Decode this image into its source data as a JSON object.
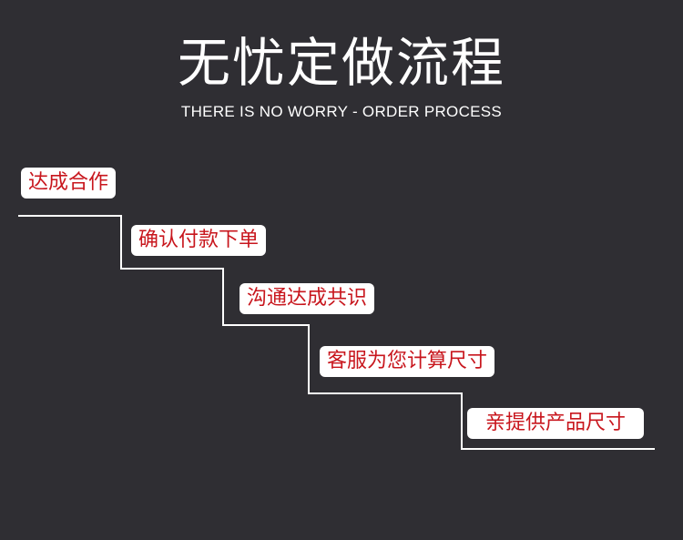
{
  "header": {
    "title": "无忧定做流程",
    "subtitle": "THERE IS NO WORRY - ORDER PROCESS"
  },
  "steps": [
    {
      "label": "达成合作"
    },
    {
      "label": "确认付款下单"
    },
    {
      "label": "沟通达成共识"
    },
    {
      "label": "客服为您计算尺寸"
    },
    {
      "label": "亲提供产品尺寸"
    }
  ],
  "colors": {
    "background": "#2f2e33",
    "label_text": "#c8161d",
    "label_bg": "#ffffff",
    "line": "#ffffff"
  }
}
